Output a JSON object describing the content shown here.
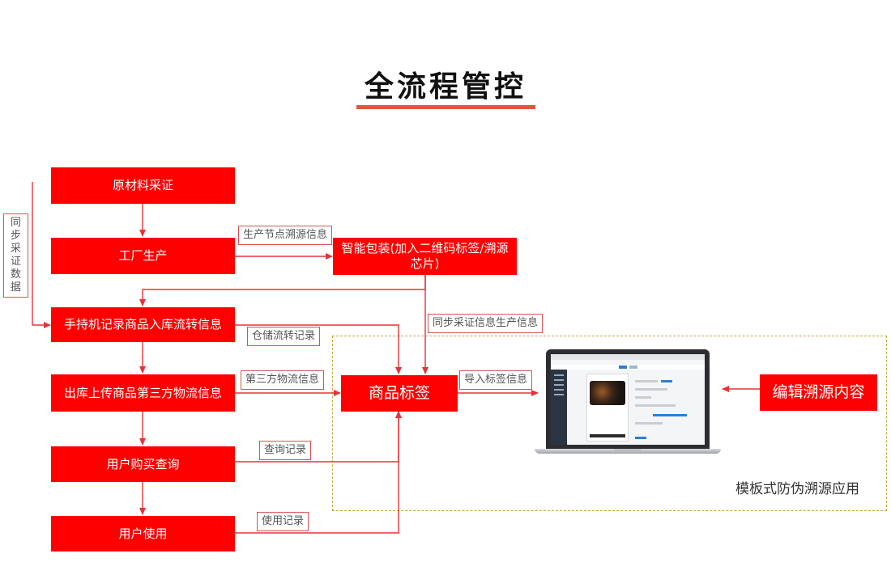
{
  "title": "全流程管控",
  "side_note": [
    "同",
    "步",
    "采",
    "证",
    "数",
    "据"
  ],
  "process_steps": [
    {
      "id": "raw",
      "label": "原材料采证"
    },
    {
      "id": "factory",
      "label": "工厂生产"
    },
    {
      "id": "handheld",
      "label": "手持机记录商品入库流转信息"
    },
    {
      "id": "outbound",
      "label": "出库上传商品第三方物流信息"
    },
    {
      "id": "purchase",
      "label": "用户购买查询"
    },
    {
      "id": "use",
      "label": "用户使用"
    }
  ],
  "packaging": {
    "label": "智能包装(加入二维码标签/溯源芯片)"
  },
  "product_tag": {
    "label": "商品标签"
  },
  "edit_content": {
    "label": "编辑溯源内容"
  },
  "edge_labels": {
    "production_node": "生产节点溯源信息",
    "sync_production": "同步采证信息生产信息",
    "warehouse": "仓储流转记录",
    "logistics": "第三方物流信息",
    "import_tag": "导入标签信息",
    "query": "查询记录",
    "usage": "使用记录"
  },
  "app_name": "模板式防伪溯源应用",
  "colors": {
    "box": "#ff0000",
    "line": "#e8323a",
    "accent": "#e2573a",
    "label_border": "#d9534f",
    "frame": "#c9a54a"
  },
  "laptop_icon": "laptop-screenshot"
}
